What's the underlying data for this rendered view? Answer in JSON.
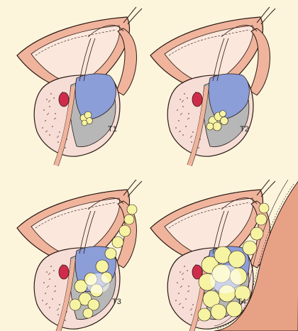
{
  "panels": [
    {
      "id": "T1",
      "label": "T1"
    },
    {
      "id": "T2",
      "label": "T2"
    },
    {
      "id": "T3",
      "label": "T3"
    },
    {
      "id": "T4",
      "label": "T4"
    }
  ],
  "colors": {
    "background": "#fcf5dc",
    "tissue": "#f0b49c",
    "tissue_dark": "#d9866b",
    "bladder_lumen": "#fbe7dc",
    "prostate_outer": "#f6ded7",
    "prostate_stroma_dots": "#8c4a3c",
    "seminal_blue": "#8c9ed8",
    "gland_gray": "#b7b7b7",
    "urethra_red": "#cf2c4b",
    "tumor_yellow": "#f6f3a2",
    "rectum_wall": "#e7a286",
    "outline": "#2a1a14"
  }
}
